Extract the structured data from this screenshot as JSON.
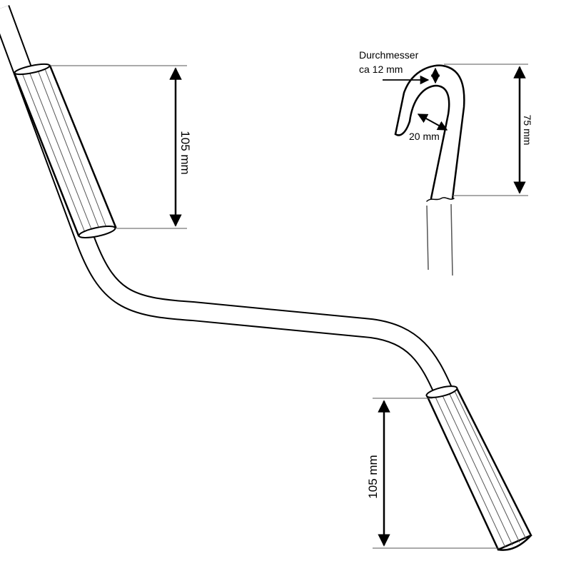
{
  "dimensions": {
    "upper_grip_length": "105 mm",
    "lower_grip_length": "105 mm",
    "hook_height": "75 mm",
    "hook_opening": "20 mm",
    "diameter_line1": "Durchmesser",
    "diameter_line2": "ca 12 mm"
  },
  "colors": {
    "line": "#000000",
    "background": "#ffffff"
  }
}
